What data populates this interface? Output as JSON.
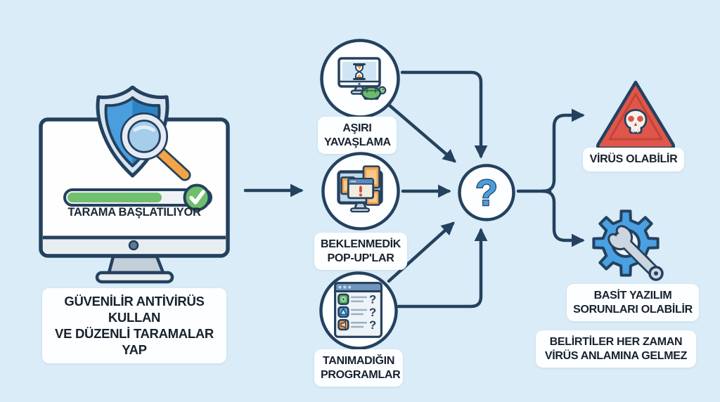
{
  "background_color": "#d9ecf7",
  "palette": {
    "outline_navy": "#24415f",
    "shield_blue": "#4a9edd",
    "shield_blue_dark": "#2e83c5",
    "progress_green": "#6fbe6c",
    "magnifier_orange": "#f3a444",
    "warning_red": "#e0564a",
    "wrench_gray": "#cdd6df",
    "label_box_white": "#fdfeff"
  },
  "scanner": {
    "screen_status": "TARAMA BAŞLATILIYOR",
    "caption": "GÜVENİLİR ANTİVİRÜS KULLAN\nVE DÜZENLİ TARAMALAR YAP"
  },
  "symptoms": [
    {
      "id": "slowdown",
      "icon": "slow-computer-turtle-icon",
      "label": "AŞIRI\nYAVAŞLAMA"
    },
    {
      "id": "popups",
      "icon": "popup-windows-icon",
      "label": "BEKLENMEDİK\nPOP-UP'LAR"
    },
    {
      "id": "unknown-programs",
      "icon": "unknown-programs-list-icon",
      "label": "TANIMADIĞIN\nPROGRAMLAR"
    }
  ],
  "decision": {
    "symbol": "?"
  },
  "outcomes": [
    {
      "id": "virus",
      "icon": "skull-warning-triangle-icon",
      "label": "VİRÜS OLABİLİR"
    },
    {
      "id": "software-issue",
      "icon": "gear-wrench-icon",
      "label": "BASİT YAZILIM\nSORUNLARI OLABİLİR"
    }
  ],
  "footnote": "BELİRTİLER HER ZAMAN\nVİRÜS ANLAMINA GELMEZ",
  "glyphs": {
    "question_mark": "?"
  }
}
